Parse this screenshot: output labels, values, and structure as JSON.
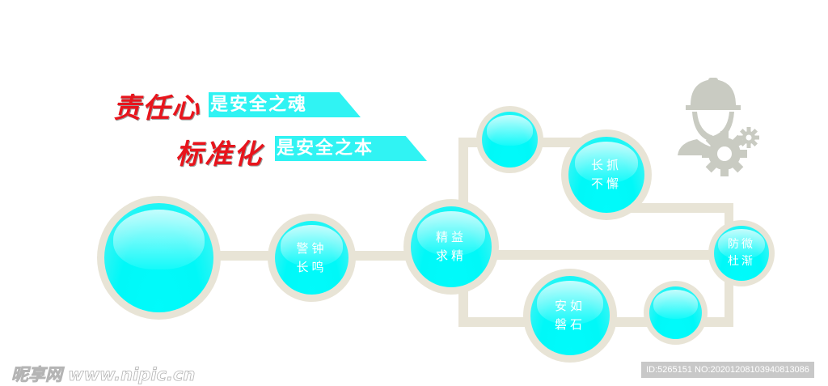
{
  "slogans": [
    {
      "highlight": "责任心",
      "banner": "是安全之魂"
    },
    {
      "highlight": "标准化",
      "banner": "是安全之本"
    }
  ],
  "nodes": [
    {
      "id": "big-circle",
      "line1": "",
      "line2": ""
    },
    {
      "id": "alarm-bell",
      "line1": "警钟",
      "line2": "长鸣"
    },
    {
      "id": "excellence",
      "line1": "精益",
      "line2": "求精"
    },
    {
      "id": "top-small",
      "line1": "",
      "line2": ""
    },
    {
      "id": "persistent",
      "line1": "长抓",
      "line2": "不懈"
    },
    {
      "id": "prevention",
      "line1": "防微",
      "line2": "杜渐"
    },
    {
      "id": "rock-solid",
      "line1": "安如",
      "line2": "磐石"
    },
    {
      "id": "bottom-small",
      "line1": "",
      "line2": ""
    }
  ],
  "icon": "worker-with-gears-icon",
  "colors": {
    "circle_fill": "#00f8f8",
    "ring_and_lines": "#e8e4d6",
    "banner": "#30f3f3",
    "calligraphy_red": "#e8141c",
    "icon_gray": "#c9cbc2"
  },
  "watermark": {
    "text": "昵享网 www.nipic.cn"
  },
  "id_bar": {
    "text": "ID:5265151 NO:20201208103940813086"
  }
}
